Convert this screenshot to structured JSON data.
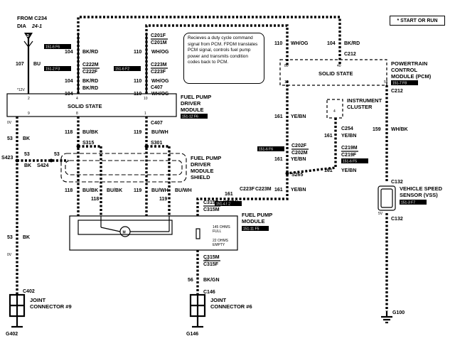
{
  "note": "* START OR RUN",
  "source": {
    "line1": "FROM C234",
    "line2": "DIA",
    "page": "24-1",
    "letter": "D"
  },
  "callout": "Recieves a duty cycle command signal from PCM. FPDM translates PCM signal, controls fuel pump power and transmits condition codes back to PCM.",
  "modules": {
    "fpdm": {
      "line1": "FUEL PUMP",
      "line2": "DRIVER",
      "line3": "MODULE",
      "ref": "151-12 F6",
      "box_label": "SOLID STATE",
      "pins": [
        "*12V",
        "2",
        "4",
        "10",
        "9",
        "8",
        "1"
      ]
    },
    "pcm": {
      "line1": "POWERTRAIN",
      "line2": "CONTROL",
      "line3": "MODULE (PCM)",
      "ref": "151-7 F8",
      "box_label": "SOLID STATE",
      "pins": [
        "80",
        "40",
        "12",
        "58"
      ]
    },
    "shield": {
      "line1": "FUEL PUMP",
      "line2": "DRIVER",
      "line3": "MODULE",
      "line4": "SHIELD"
    },
    "pump": {
      "line1": "FUEL PUMP",
      "line2": "MODULE",
      "ref": "151-11 F5",
      "full_label": "145 OHMS",
      "full": "FULL",
      "empty_label": "22 OHMS",
      "empty": "EMPTY",
      "motor": "M"
    },
    "cluster": {
      "line1": "INSTRUMENT",
      "line2": "CLUSTER",
      "pin": "4"
    },
    "vss": {
      "line1": "VEHICLE SPEED",
      "line2": "SENSOR (VSS)",
      "ref": "151-3 F7",
      "pin": "5V"
    },
    "joint9": {
      "line1": "JOINT",
      "line2": "CONNECTOR #9"
    },
    "joint6": {
      "line1": "JOINT",
      "line2": "CONNECTOR #6"
    }
  },
  "connectors": {
    "c201f": "C201F",
    "c201m": "C201M",
    "c222m": "C222M",
    "c222f": "C222F",
    "c223m": "C223M",
    "c223f": "C223F",
    "c407a": "C407",
    "c407b": "C407",
    "c212a": "C212",
    "c212b": "C212",
    "c202f": "C202F",
    "c202m": "C202M",
    "c254": "C254",
    "c219m": "C219M",
    "c219f": "C219F",
    "c132a": "C132",
    "c132b": "C132",
    "c223f2": "C223F",
    "c223m2": "C223M",
    "c315f": "C315F",
    "c315m": "C315M",
    "c315m2": "C315M",
    "c315f2": "C315F",
    "c146": "C146",
    "c402": "C402",
    "s423": "S423",
    "s424": "S424",
    "s315": "S315",
    "s301": "S301",
    "s265": "S265",
    "g402": "G402",
    "g146": "G146",
    "g100": "G100"
  },
  "refs": {
    "r1": "151-6 F6",
    "r2": "151-2 F3",
    "r3": "151-6 F2",
    "r4": "151-6 F6",
    "r5": "151-6 F5",
    "r6": "151-4 F2"
  },
  "wires": {
    "w107": "107",
    "bu": "BU",
    "w104a": "104",
    "bkrd_a": "BK/RD",
    "w110a": "110",
    "whog_a": "WH/OG",
    "w104b": "104",
    "bkrd_b": "BK/RD",
    "w110b": "110",
    "whog_b": "WH/OG",
    "w104c": "104",
    "bkrd_c": "BK/RD",
    "w110c": "110",
    "whog_c": "WH/OG",
    "w110d": "110",
    "whog_d": "WH/OG",
    "w104d": "104",
    "bkrd_d": "BK/RD",
    "w53a": "53",
    "bk_a": "BK",
    "w53b": "53",
    "bk_b": "BK",
    "w53c": "53",
    "w53d": "53",
    "bk_d": "BK",
    "w118a": "118",
    "bubk_a": "BU/BK",
    "w119a": "119",
    "buwh_a": "BU/WH",
    "w118b": "118",
    "bubk_b": "BU/BK",
    "w118c": "118",
    "bubk_c": "BU/BK",
    "w119b": "119",
    "buwh_b": "BU/WH",
    "w119c": "119",
    "buwh_c": "BU/WH",
    "w161a": "161",
    "yebn_a": "YE/BN",
    "w161b": "161",
    "yebn_b": "YE/BN",
    "w161c": "161",
    "yebn_c": "YE/BN",
    "w161d": "161",
    "yebn_d": "YE/BN",
    "w161e": "161",
    "yebn_e": "YE/BN",
    "w161f": "161",
    "yebn_f": "YE/BN",
    "w159": "159",
    "whbk": "WH/BK",
    "w56": "56",
    "bkgn": "BK/GN",
    "ov1": "0V",
    "ov2": "0V",
    "ov3": "0V"
  }
}
